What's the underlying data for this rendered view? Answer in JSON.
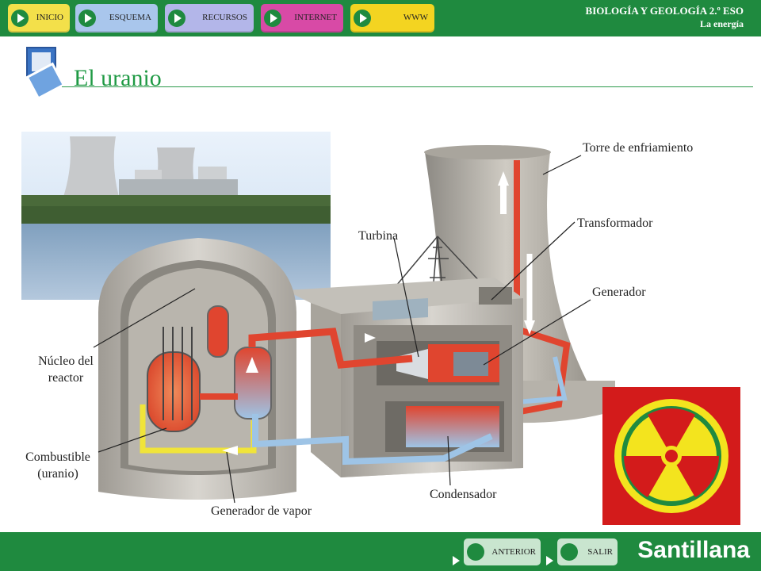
{
  "nav": {
    "buttons": [
      {
        "label": "INICIO",
        "color": "#f3e04a"
      },
      {
        "label": "ESQUEMA",
        "color": "#a9c6ec"
      },
      {
        "label": "RECURSOS",
        "color": "#b3b6e9"
      },
      {
        "label": "INTERNET",
        "color": "#d84aa6"
      },
      {
        "label": "WWW",
        "color": "#f3d421"
      }
    ]
  },
  "header": {
    "course": "BIOLOGÍA Y GEOLOGÍA 2.º ESO",
    "unit": "La energía"
  },
  "page": {
    "title": "El uranio"
  },
  "diagram": {
    "labels": {
      "cooling_tower": "Torre de enfriamiento",
      "transformer": "Transformador",
      "turbine": "Turbina",
      "generator": "Generador",
      "reactor_core_line1": "Núcleo del",
      "reactor_core_line2": "reactor",
      "fuel_line1": "Combustible",
      "fuel_line2": "(uranio)",
      "condenser": "Condensador",
      "steam_generator": "Generador de vapor"
    }
  },
  "footer": {
    "prev": "ANTERIOR",
    "exit": "SALIR",
    "brand": "Santillana"
  },
  "colors": {
    "brand_green": "#1f8a3f",
    "title_green": "#1f9a44",
    "hot_water": "#e0452f",
    "cold_water": "#9ec4e6",
    "fuel_line": "#f0e43a",
    "radiation_bg": "#d31b1b"
  }
}
